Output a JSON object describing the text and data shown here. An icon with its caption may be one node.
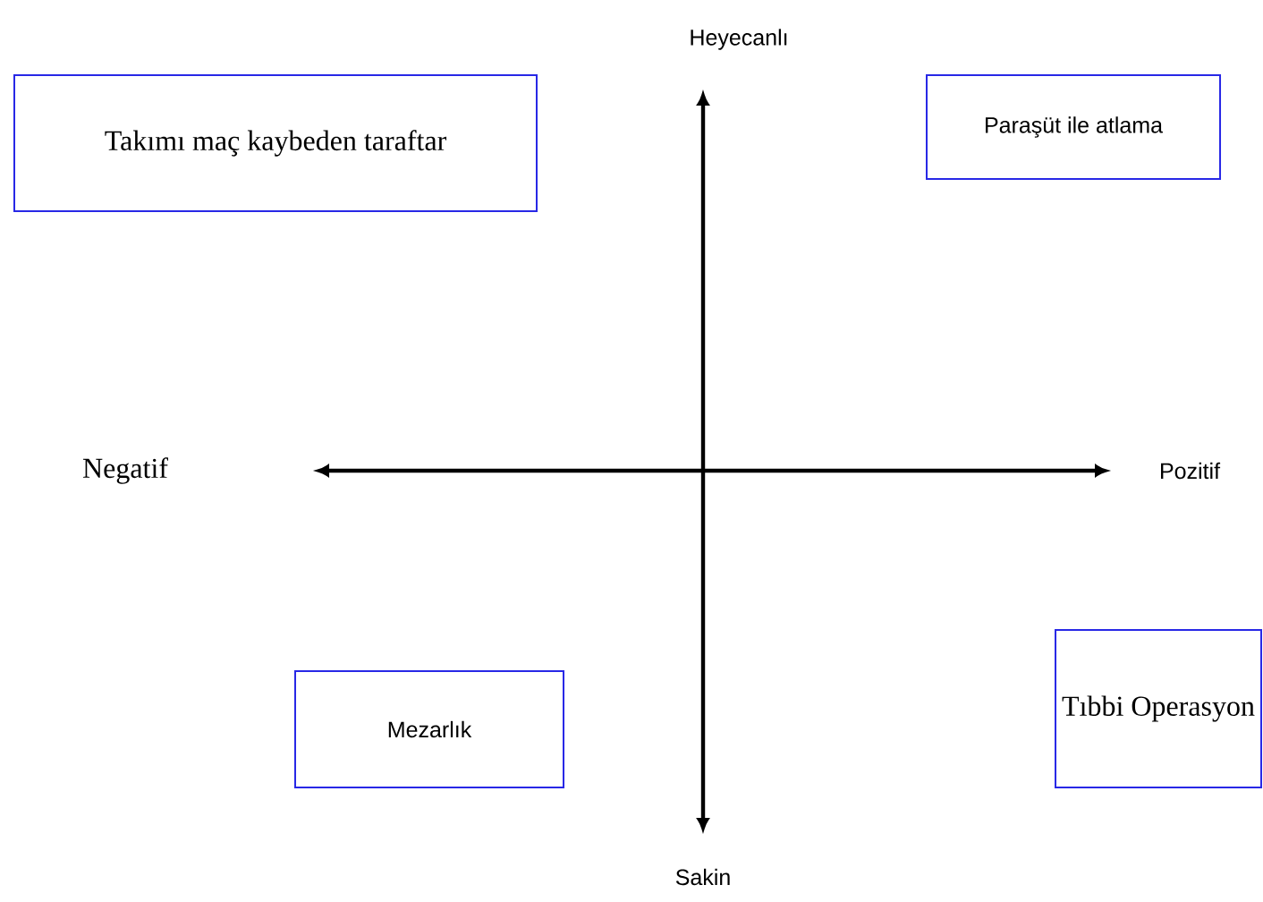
{
  "diagram": {
    "nodes": [
      {
        "text": [
          "Takımı maç kaybeden taraftar"
        ]
      },
      {
        "text": [
          "Paraşüt ile atlama"
        ]
      },
      {
        "text": [
          "Mezarlık"
        ]
      },
      {
        "text": [
          "Tıbbi Operasyon"
        ]
      }
    ],
    "labels": [
      "Heyecanlı",
      "Negatif",
      "Pozitif",
      "Sakin"
    ]
  }
}
